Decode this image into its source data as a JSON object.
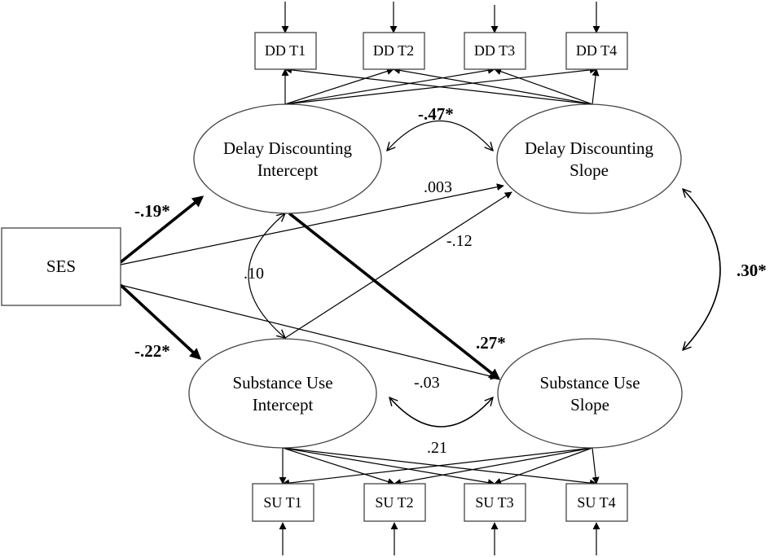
{
  "nodes": {
    "ses": "SES",
    "dd_intercept": [
      "Delay Discounting",
      "Intercept"
    ],
    "dd_slope": [
      "Delay Discounting",
      "Slope"
    ],
    "su_intercept": [
      "Substance Use",
      "Intercept"
    ],
    "su_slope": [
      "Substance Use",
      "Slope"
    ]
  },
  "indicators": {
    "dd": [
      "DD T1",
      "DD T2",
      "DD T3",
      "DD T4"
    ],
    "su": [
      "SU T1",
      "SU T2",
      "SU T3",
      "SU T4"
    ]
  },
  "coefficients": {
    "ses_to_dd_intercept": "-.19*",
    "ses_to_su_intercept": "-.22*",
    "ses_to_dd_slope": ".003",
    "su_intercept_to_dd_slope": "-.12",
    "dd_intercept_su_intercept_cov": ".10",
    "dd_intercept_dd_slope_cov": "-.47*",
    "dd_slope_su_slope_cov": ".30*",
    "dd_intercept_to_su_slope": ".27*",
    "su_intercept_su_slope_cov": "-.03",
    "ses_to_su_slope": ".21"
  }
}
